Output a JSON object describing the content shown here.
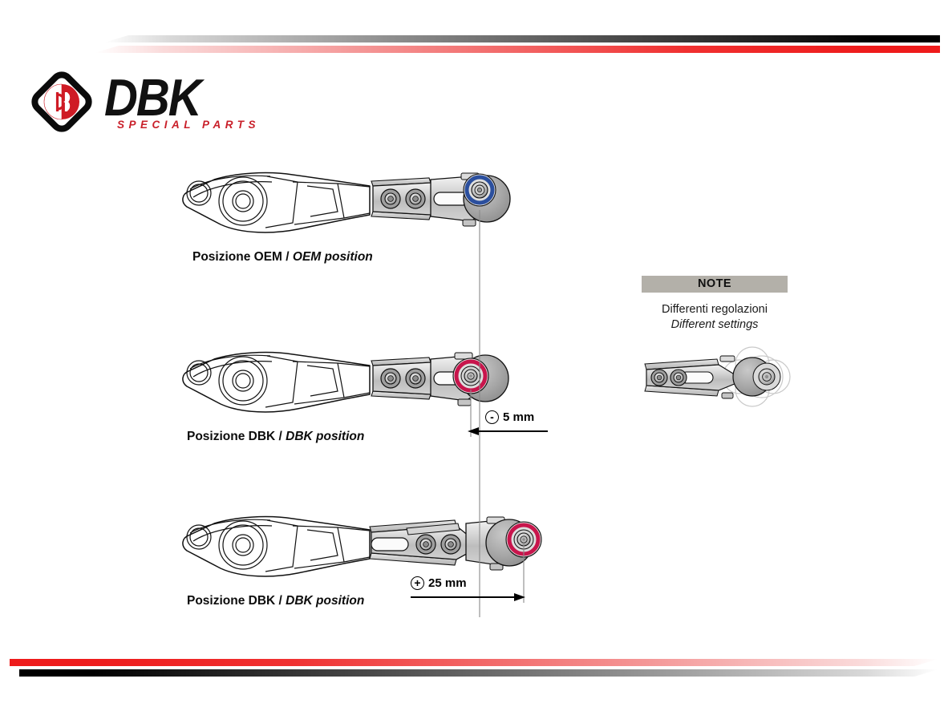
{
  "document": {
    "brand_name": "DBK",
    "brand_tagline": "SPECIAL PARTS",
    "logo_monogram": "dB"
  },
  "theme": {
    "brand_red": "#c9202a",
    "stripe_red": "#ee1b1b",
    "stripe_black": "#000000",
    "highlight_oem": "#2b4f9e",
    "highlight_dbk": "#c8154c",
    "note_header_bg": "#b3b0a9",
    "metal_light": "#e3e3e3",
    "metal_mid": "#bfbfbf",
    "metal_dark": "#9a9a9a"
  },
  "diagrams": [
    {
      "id": "oem",
      "caption_primary": "Posizione OEM /",
      "caption_secondary": "OEM position",
      "highlight_color": "#2b4f9e",
      "pivot_offset_mm": 0,
      "dimension": null
    },
    {
      "id": "dbk-minus",
      "caption_primary": "Posizione DBK /",
      "caption_secondary": "DBK position",
      "highlight_color": "#c8154c",
      "pivot_offset_mm": -5,
      "dimension": {
        "sign": "-",
        "value": "5 mm",
        "direction": "left"
      }
    },
    {
      "id": "dbk-plus",
      "caption_primary": "Posizione DBK /",
      "caption_secondary": "DBK position",
      "highlight_color": "#c8154c",
      "pivot_offset_mm": 25,
      "dimension": {
        "sign": "+",
        "value": "25 mm",
        "direction": "right"
      }
    }
  ],
  "note": {
    "header": "NOTE",
    "line_primary": "Differenti regolazioni",
    "line_secondary": "Different settings"
  }
}
